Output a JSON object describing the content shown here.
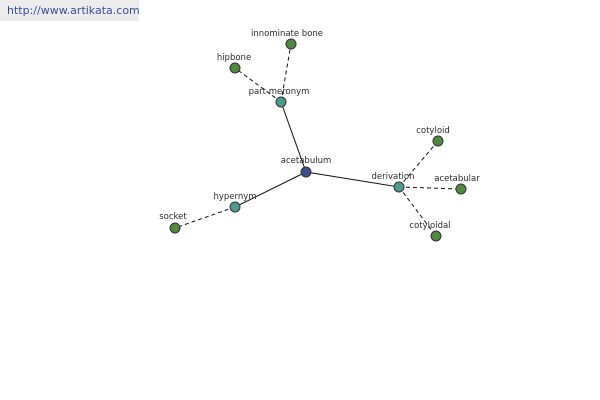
{
  "header": {
    "source_url": "http://www.artikata.com"
  },
  "graph": {
    "center": "acetabulum",
    "relations": [
      "part meronym",
      "derivation",
      "hypernym"
    ],
    "related_words": {
      "part meronym": [
        "hipbone",
        "innominate bone"
      ],
      "derivation": [
        "cotyloid",
        "acetabular",
        "cotyloidal"
      ],
      "hypernym": [
        "socket"
      ]
    },
    "colors": {
      "center_node": "#3d4e8c",
      "relation_node": "#4f9a8e",
      "word_node": "#4f8a3e",
      "node_outline": "#333333",
      "edge": "#111111"
    }
  }
}
